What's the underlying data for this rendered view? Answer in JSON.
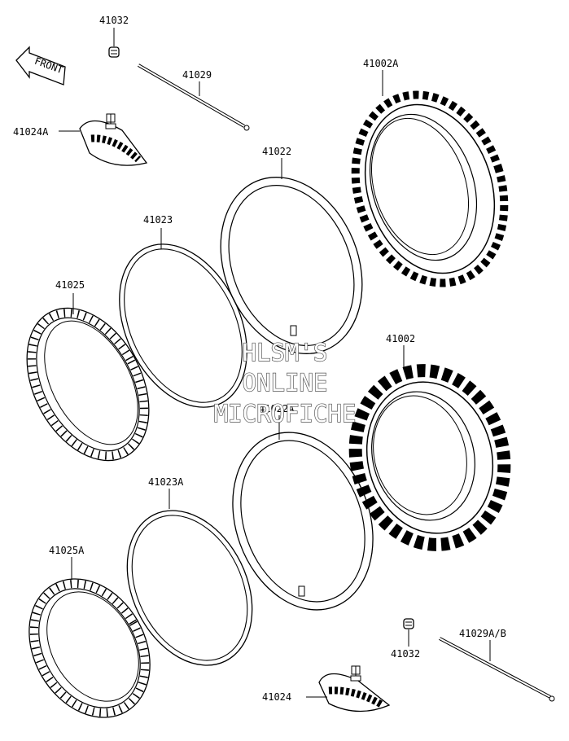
{
  "direction_arrow": {
    "text": "FRONT"
  },
  "labels": {
    "p41032_top": "41032",
    "p41029": "41029",
    "p41002A": "41002A",
    "p41024A": "41024A",
    "p41022": "41022",
    "p41023": "41023",
    "p41025": "41025",
    "p41002": "41002",
    "p41022A": "41022A",
    "p41023A": "41023A",
    "p41025A": "41025A",
    "p41032_bottom": "41032",
    "p41029AB": "41029A/B",
    "p41024": "41024"
  },
  "watermark": {
    "line1": "HLSM'S",
    "line2": "ONLINE",
    "line3": "MICROFICHE"
  },
  "colors": {
    "ink": "#000000",
    "paper": "#ffffff",
    "watermark_outline": "#555555"
  }
}
